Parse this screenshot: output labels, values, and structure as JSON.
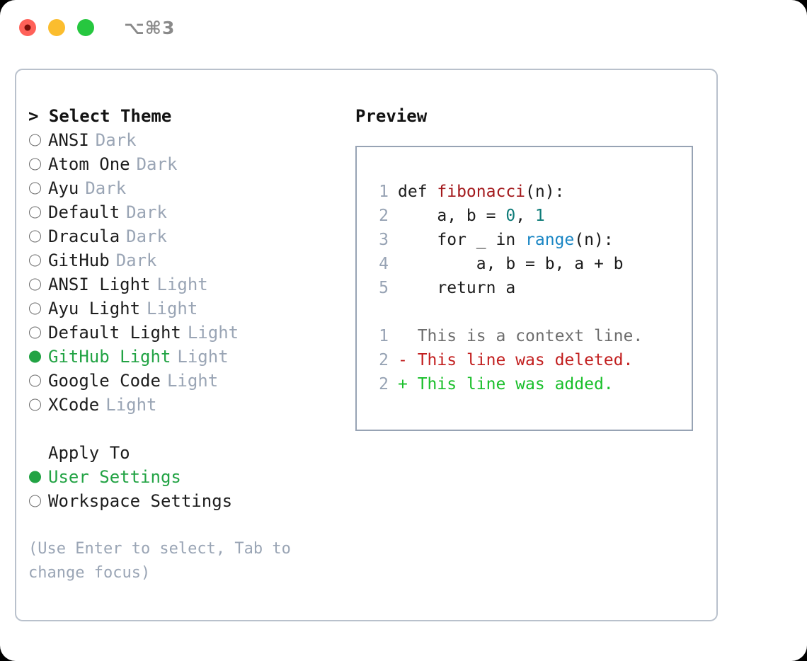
{
  "titlebar": {
    "shortcut": "⌥⌘3",
    "buttons": [
      "close",
      "minimize",
      "maximize"
    ]
  },
  "theme_list": {
    "title": "> Select Theme",
    "options": [
      {
        "marker": "empty",
        "label": "ANSI",
        "suffix": "Dark",
        "selected": false
      },
      {
        "marker": "empty",
        "label": "Atom One",
        "suffix": "Dark",
        "selected": false
      },
      {
        "marker": "empty",
        "label": "Ayu",
        "suffix": "Dark",
        "selected": false
      },
      {
        "marker": "empty",
        "label": "Default",
        "suffix": "Dark",
        "selected": false
      },
      {
        "marker": "empty",
        "label": "Dracula",
        "suffix": "Dark",
        "selected": false
      },
      {
        "marker": "empty",
        "label": "GitHub",
        "suffix": "Dark",
        "selected": false
      },
      {
        "marker": "empty",
        "label": "ANSI Light",
        "suffix": "Light",
        "selected": false
      },
      {
        "marker": "empty",
        "label": "Ayu Light",
        "suffix": "Light",
        "selected": false
      },
      {
        "marker": "empty",
        "label": "Default Light",
        "suffix": "Light",
        "selected": false
      },
      {
        "marker": "filled",
        "label": "GitHub Light",
        "suffix": "Light",
        "selected": true
      },
      {
        "marker": "empty",
        "label": "Google Code",
        "suffix": "Light",
        "selected": false
      },
      {
        "marker": "empty",
        "label": "XCode",
        "suffix": "Light",
        "selected": false
      }
    ]
  },
  "apply_to": {
    "title": "Apply To",
    "options": [
      {
        "marker": "filled",
        "label": "User Settings",
        "selected": true
      },
      {
        "marker": "empty",
        "label": "Workspace Settings",
        "selected": false
      }
    ]
  },
  "hint": "(Use Enter to select, Tab to change focus)",
  "preview": {
    "title": "Preview",
    "code": [
      {
        "no": "1",
        "parts": [
          {
            "t": "def ",
            "c": "plain"
          },
          {
            "t": "fibonacci",
            "c": "fn"
          },
          {
            "t": "(n):",
            "c": "plain"
          }
        ]
      },
      {
        "no": "2",
        "parts": [
          {
            "t": "    a, b = ",
            "c": "plain"
          },
          {
            "t": "0",
            "c": "num"
          },
          {
            "t": ", ",
            "c": "plain"
          },
          {
            "t": "1",
            "c": "num"
          }
        ]
      },
      {
        "no": "3",
        "parts": [
          {
            "t": "    for _ in ",
            "c": "plain"
          },
          {
            "t": "range",
            "c": "builtin"
          },
          {
            "t": "(n):",
            "c": "plain"
          }
        ]
      },
      {
        "no": "4",
        "parts": [
          {
            "t": "        a, b = b, a + b",
            "c": "plain"
          }
        ]
      },
      {
        "no": "5",
        "parts": [
          {
            "t": "    return a",
            "c": "plain"
          }
        ]
      }
    ],
    "diff": [
      {
        "no": "1",
        "sign": "  ",
        "text": "This is a context line.",
        "kind": "ctx"
      },
      {
        "no": "2",
        "sign": "- ",
        "text": "This line was deleted.",
        "kind": "del"
      },
      {
        "no": "2",
        "sign": "+ ",
        "text": "This line was added.",
        "kind": "add"
      }
    ]
  },
  "colors": {
    "accent_green": "#22a344",
    "muted": "#9aa5b5",
    "border": "#b9c1cc",
    "preview_border": "#97a3b4",
    "fn": "#a3191c",
    "num": "#0f7c79",
    "builtin": "#1a86c4",
    "diff_del": "#c21f1f",
    "diff_add": "#19bf2a"
  }
}
